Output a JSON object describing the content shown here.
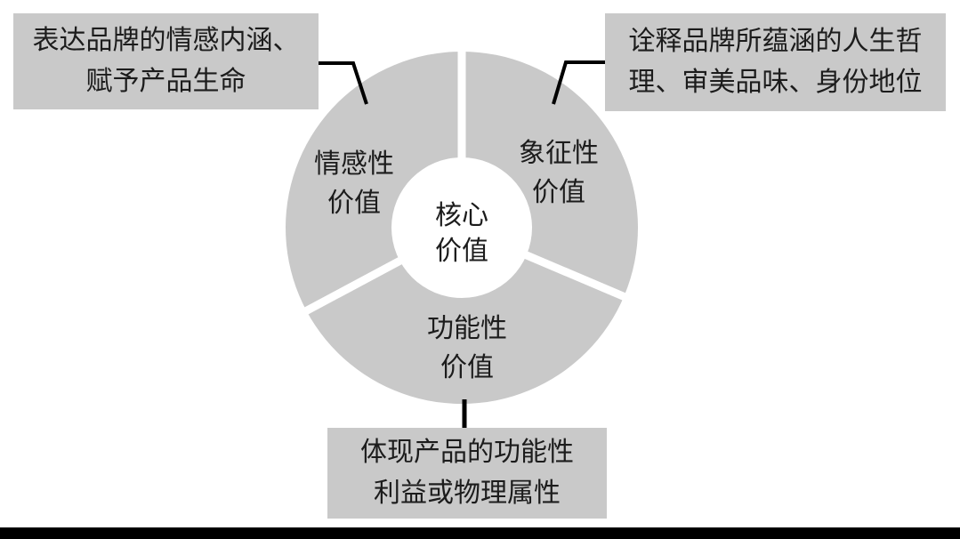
{
  "colors": {
    "shape_fill": "#c9c9c9",
    "gap_color": "#ffffff",
    "text": "#1c1c1c",
    "connector": "#000000",
    "bottom_bar": "#000000",
    "background": "#ffffff"
  },
  "donut": {
    "center_label": {
      "line1": "核心",
      "line2": "价值"
    },
    "segments": [
      {
        "id": "emotional",
        "line1": "情感性",
        "line2": "价值"
      },
      {
        "id": "symbolic",
        "line1": "象征性",
        "line2": "价值"
      },
      {
        "id": "functional",
        "line1": "功能性",
        "line2": "价值"
      }
    ]
  },
  "callouts": [
    {
      "id": "emotional",
      "line1": "表达品牌的情感内涵、",
      "line2": "赋予产品生命"
    },
    {
      "id": "symbolic",
      "line1": "诠释品牌所蕴涵的人生哲",
      "line2": "理、审美品味、身份地位"
    },
    {
      "id": "functional",
      "line1": "体现产品的功能性",
      "line2": "利益或物理属性"
    }
  ]
}
